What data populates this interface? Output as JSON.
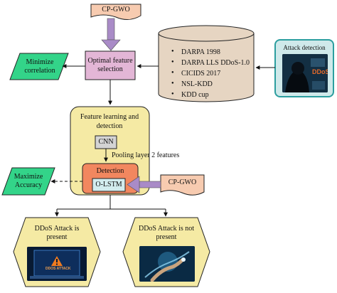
{
  "colors": {
    "optimizer_fill": "#f7cbb0",
    "optimizer_arrow": "#a98bc7",
    "selection_fill": "#e3b6d6",
    "database_fill": "#e6d5c2",
    "detection_panel_fill": "#cfe9ea",
    "detection_panel_border": "#2c9e9f",
    "goal_fill": "#33d489",
    "learning_block_fill": "#f5eaa4",
    "cnn_fill": "#d4d4d4",
    "detection_fill": "#f2875f",
    "olstm_fill": "#d2ecee",
    "result_fill": "#f5eaa4"
  },
  "nodes": {
    "optimizer_top": "CP-GWO",
    "optimal_feature_selection": "Optimal feature selection",
    "minimize_correlation": "Minimize correlation",
    "attack_detection_panel": "Attack detection",
    "datasets": [
      "DARPA 1998",
      "DARPA LLS DDoS-1.0",
      "CICIDS 2017",
      "NSL-KDD",
      "KDD cup"
    ],
    "feature_learning": "Feature learning and detection",
    "cnn": "CNN",
    "pooling_label": "Pooling layer 2 features",
    "detection": "Detection",
    "olstm": "O-LSTM",
    "optimizer_side": "CP-GWO",
    "maximize_accuracy": "Maximize Accuracy",
    "outcome_present": "DDoS Attack is present",
    "outcome_not_present": "DDoS Attack is not present"
  },
  "image_text": {
    "panel_screen": "DDoS",
    "present_screen": "DDOS ATTACK"
  },
  "icons": {
    "attack_panel_image": "hacker-screen-image",
    "present_image": "warning-laptop-image",
    "not_present_image": "digital-hand-image"
  }
}
